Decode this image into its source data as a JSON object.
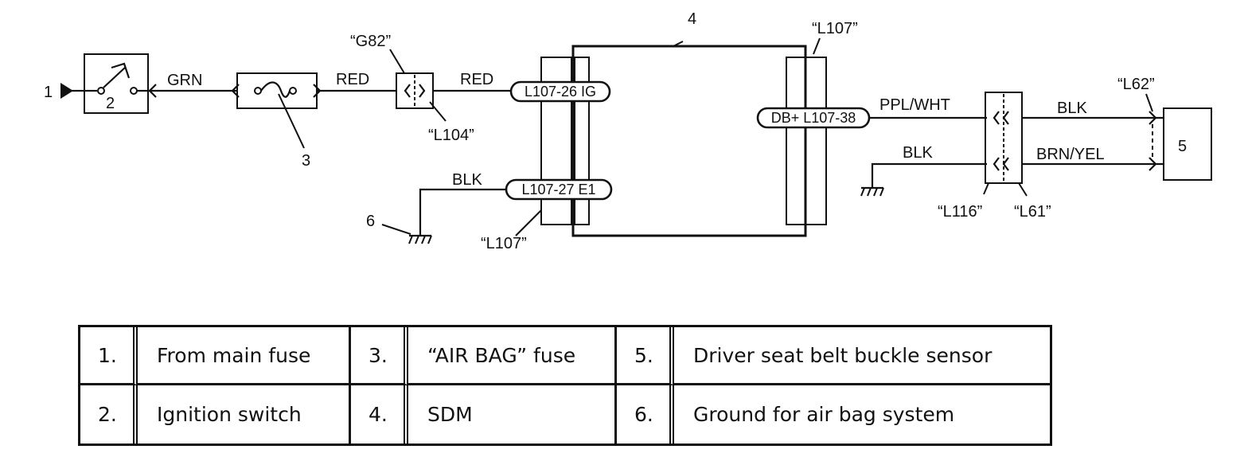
{
  "diagram": {
    "callouts": {
      "c1": "1",
      "c2": "2",
      "c3": "3",
      "c4": "4",
      "c5": "5",
      "c6": "6"
    },
    "wires": {
      "grn": "GRN",
      "red1": "RED",
      "red2": "RED",
      "blk_ground": "BLK",
      "ppl_wht": "PPL/WHT",
      "blk_right": "BLK",
      "blk_lower": "BLK",
      "brn_yel": "BRN/YEL"
    },
    "connectors": {
      "g82": "“G82”",
      "l104": "“L104”",
      "l107_top": "“L107”",
      "l107_bottom": "“L107”",
      "l62": "“L62”",
      "l116": "“L116”",
      "l61": "“L61”"
    },
    "terminals": {
      "ig": "L107-26  IG",
      "e1": "L107-27  E1",
      "db": "DB+ L107-38"
    }
  },
  "legend": {
    "rows": [
      [
        {
          "num": "1.",
          "desc": "From main fuse"
        },
        {
          "num": "3.",
          "desc": "“AIR BAG” fuse"
        },
        {
          "num": "5.",
          "desc": "Driver seat belt buckle sensor"
        }
      ],
      [
        {
          "num": "2.",
          "desc": "Ignition switch"
        },
        {
          "num": "4.",
          "desc": "SDM"
        },
        {
          "num": "6.",
          "desc": "Ground for air bag system"
        }
      ]
    ]
  }
}
